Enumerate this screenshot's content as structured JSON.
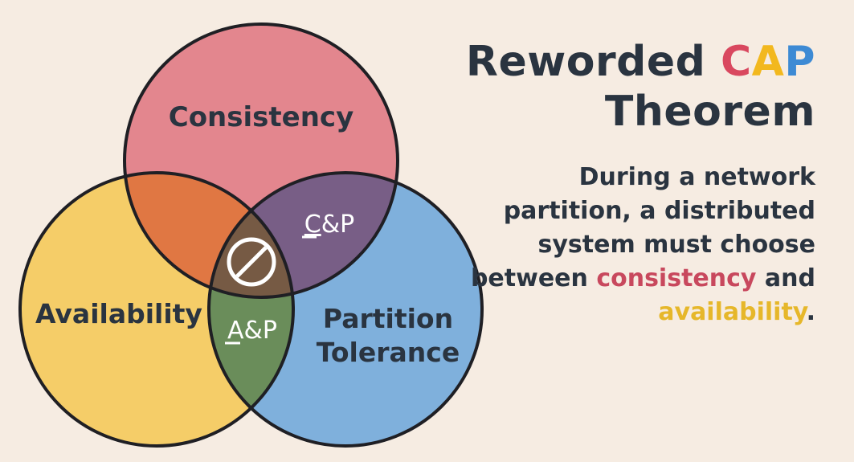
{
  "title": {
    "line1_prefix": "Reworded",
    "cap_c": "C",
    "cap_a": "A",
    "cap_p": "P",
    "line2": "Theorem"
  },
  "description": {
    "part1": "During a network partition, a distributed system must choose between",
    "highlight_consistency": "consistency",
    "part2": "and",
    "highlight_availability": "availability",
    "end": "."
  },
  "venn": {
    "consistency": "Consistency",
    "availability": "Availability",
    "partition_line1": "Partition",
    "partition_line2": "Tolerance",
    "cp_first": "C",
    "cp_rest": "&P",
    "ap_first": "A",
    "ap_rest": "&P",
    "center_symbol": "no-symbol-icon"
  },
  "colors": {
    "background": "#f6ece2",
    "consistency": "#e3868e",
    "availability": "#f5cd68",
    "partition": "#7fb0dc",
    "consistency_availability": "#e07743",
    "consistency_partition": "#785e86",
    "availability_partition": "#6a8d5a",
    "center": "#765a44",
    "outline": "#1f1f24",
    "text_dark": "#2a3440",
    "accent_red": "#d9485f",
    "accent_yellow": "#f2b81e",
    "accent_blue": "#3d8ad4"
  }
}
